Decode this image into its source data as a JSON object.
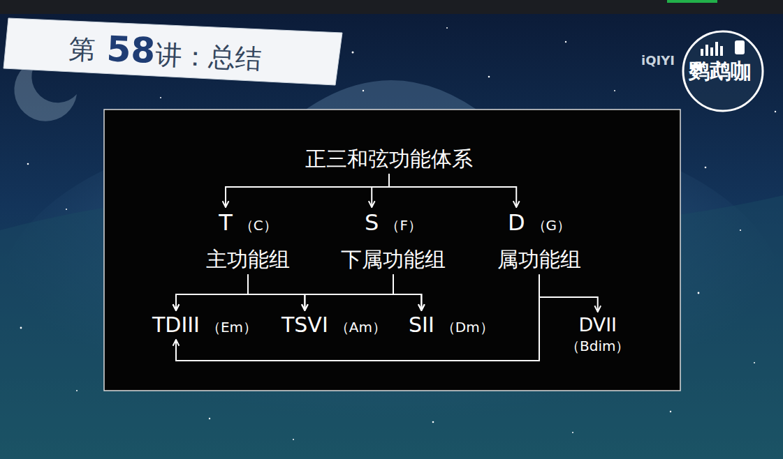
{
  "diagram": {
    "nodes": [
      {
        "text": [
          "正三和弦功能体系"
        ]
      },
      {
        "text": [
          "T",
          "（C）",
          "主功能组"
        ]
      },
      {
        "text": [
          "S",
          "（F）",
          "下属功能组"
        ]
      },
      {
        "text": [
          "D",
          "（G）",
          "属功能组"
        ]
      },
      {
        "text": [
          "TDIII",
          "（Em）"
        ]
      },
      {
        "text": [
          "TSVI",
          "（Am）"
        ]
      },
      {
        "text": [
          "SII",
          "（Dm）"
        ]
      },
      {
        "text": [
          "DVII",
          "（Bdim）"
        ]
      }
    ],
    "edges": [
      {
        "from": 0,
        "to": 1,
        "arrow": "to"
      },
      {
        "from": 0,
        "to": 2,
        "arrow": "to"
      },
      {
        "from": 0,
        "to": 3,
        "arrow": "to"
      },
      {
        "from": 1,
        "to": 4,
        "arrow": "to"
      },
      {
        "from": 1,
        "to": 5,
        "arrow": "to"
      },
      {
        "from": 1,
        "to": 6,
        "arrow": "to"
      },
      {
        "from": 2,
        "to": 4,
        "arrow": "to"
      },
      {
        "from": 2,
        "to": 5,
        "arrow": "to"
      },
      {
        "from": 2,
        "to": 6,
        "arrow": "to"
      },
      {
        "from": 3,
        "to": 7,
        "arrow": "to"
      },
      {
        "from": 3,
        "to": 4,
        "arrow": "to"
      }
    ],
    "labels": [
      "第",
      "58",
      "讲：总结",
      "iQIYI",
      "鹦鹉咖"
    ]
  }
}
